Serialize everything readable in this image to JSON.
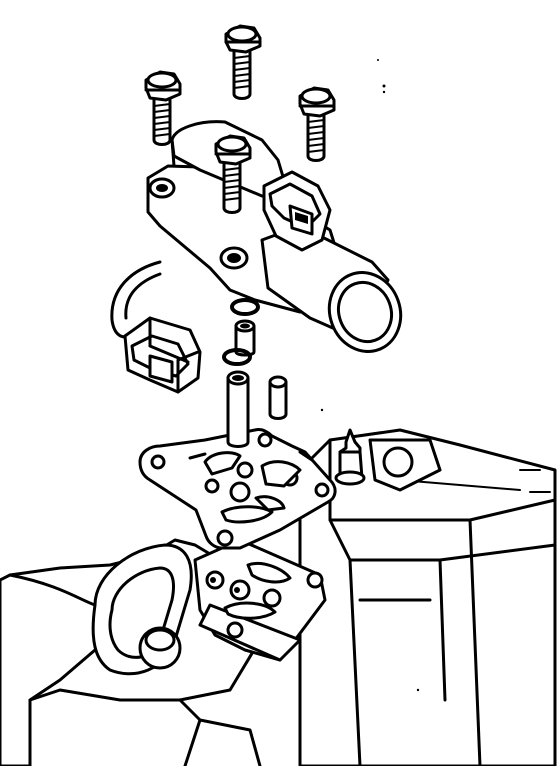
{
  "figure": {
    "kind": "exploded-view line drawing",
    "line_color": "#000000",
    "background": "#ffffff",
    "parts": [
      "bolt",
      "bolt",
      "bolt",
      "bolt",
      "solenoid-valve",
      "o-ring",
      "o-ring",
      "pipe",
      "pipe",
      "dowel-pin",
      "gasket",
      "wire-harness-connector",
      "mounting-bracket",
      "housing-base"
    ]
  }
}
